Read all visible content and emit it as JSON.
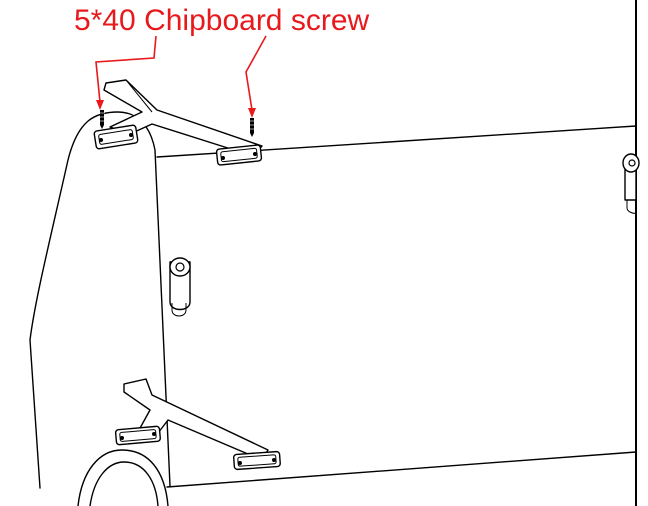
{
  "callout": {
    "label": "5*40 Chipboard screw",
    "color": "#e8191c"
  },
  "parts": {
    "panel": "board-panel",
    "side": "curved-side-panel",
    "brackets": [
      "top-t-bracket",
      "bottom-t-bracket"
    ],
    "dowels": [
      "left-dowel",
      "right-dowel"
    ],
    "screws": [
      "left-screw",
      "right-screw"
    ]
  }
}
